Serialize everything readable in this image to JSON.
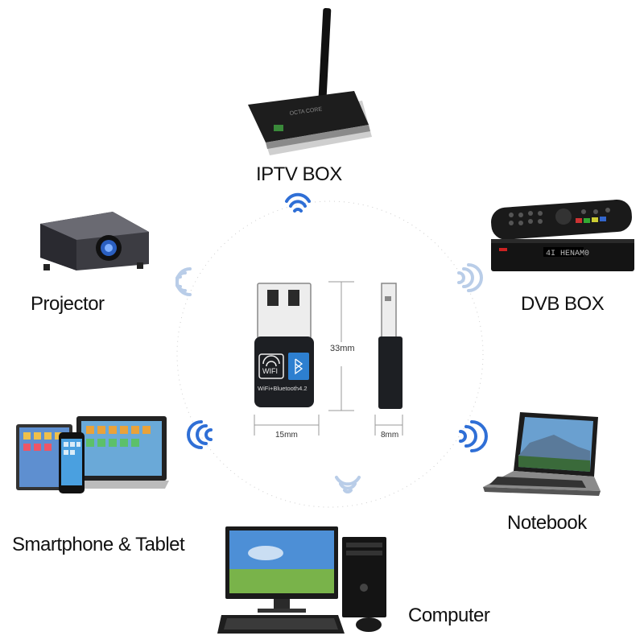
{
  "devices": {
    "iptv_box": "IPTV BOX",
    "projector": "Projector",
    "dvb_box": "DVB BOX",
    "smartphone_tablet": "Smartphone & Tablet",
    "notebook": "Notebook",
    "computer": "Computer"
  },
  "adapter": {
    "height_dim": "33mm",
    "width_dim": "15mm",
    "depth_dim": "8mm",
    "badge_text": "WIFI",
    "caption": "WiFi+Bluetooth4.2"
  },
  "colors": {
    "signal": "#2f6fd6",
    "signal_light": "#b9cde8"
  }
}
